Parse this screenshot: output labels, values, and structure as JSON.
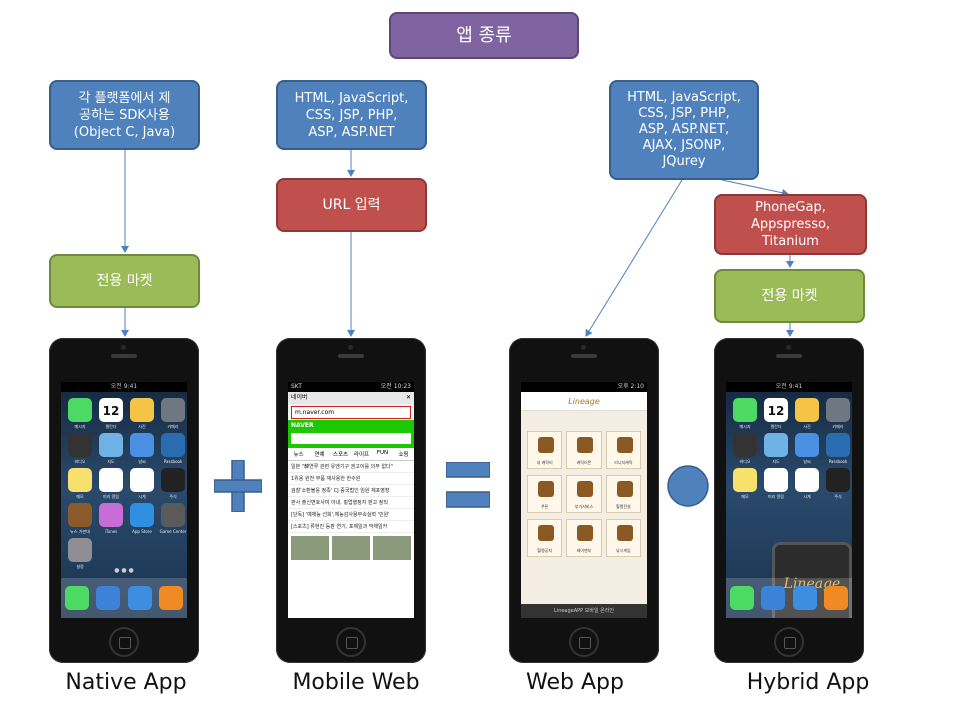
{
  "title": "앱 종류",
  "colors": {
    "blue": "#4f81bd",
    "red": "#c0504d",
    "green": "#9bbb59",
    "purple": "#8064a2",
    "circle": "#4f81bd"
  },
  "native": {
    "sdk_box": "각 플랫폼에서 제\n공하는 SDK사용\n(Object C, Java)",
    "market_box": "전용 마켓",
    "label": "Native App"
  },
  "mobile_web": {
    "tech_box": "HTML, JavaScript,\nCSS, JSP, PHP,\nASP, ASP.NET",
    "url_box": "URL 입력",
    "label": "Mobile Web",
    "screen": {
      "carrier": "SKT",
      "time": "오전 10:23",
      "tab": "네이버",
      "url": "m.naver.com",
      "brand": "NAVER",
      "tabs": [
        "뉴스",
        "연예",
        "스포츠",
        "라이프",
        "FUN",
        "쇼핑"
      ],
      "headlines": [
        "일본 \"韓연루 관련 유엔기구 권고이를 의무 없다\"",
        "1위용 원전 부품 재사용한 한수원",
        "검찰'소환불응 정족' CJ 증국법인 임원 체포영장",
        "판사 출신변호사여 아내, 횡업행정지 판고 정직",
        "[단독] '예체능 선희',체능감사용부속실력 '민원'",
        "[스포츠] 류현진 등판 연기, 포체일과 막체일카"
      ]
    }
  },
  "web_app": {
    "tech_box": "HTML, JavaScript,\nCSS, JSP, PHP,\nASP, ASP.NET,\nAJAX, JSONP,\nJQurey",
    "label": "Web App",
    "screen": {
      "time": "오후 2:10",
      "logo": "Lineage",
      "items": [
        "내 캐릭터",
        "캐릭터몬",
        "리니지캐릭",
        "쿠폰",
        "부가서비스",
        "혈맹전설",
        "혈맹공지",
        "레이맨부",
        "낚시게임"
      ],
      "footer": "LineageAPP 모바일 온라인"
    }
  },
  "hybrid": {
    "framework_box": "PhoneGap,\nAppspresso,\nTitanium",
    "market_box": "전용 마켓",
    "label": "Hybrid App",
    "lineage_icon": "Lineage"
  },
  "operators": {
    "plus": "+",
    "equals": "="
  },
  "ios_status": "오전 9:41",
  "ios_date": "12",
  "ios_apps": [
    "메시지",
    "캘린더",
    "사진",
    "카메라",
    "비디오",
    "지도",
    "날씨",
    "Passbook",
    "메모",
    "미리 알림",
    "시계",
    "주식",
    "뉴스 가판대",
    "iTunes",
    "App Store",
    "Game Center",
    "설정"
  ],
  "ios_dock": [
    "전화",
    "Mail",
    "Safari",
    "음악"
  ]
}
